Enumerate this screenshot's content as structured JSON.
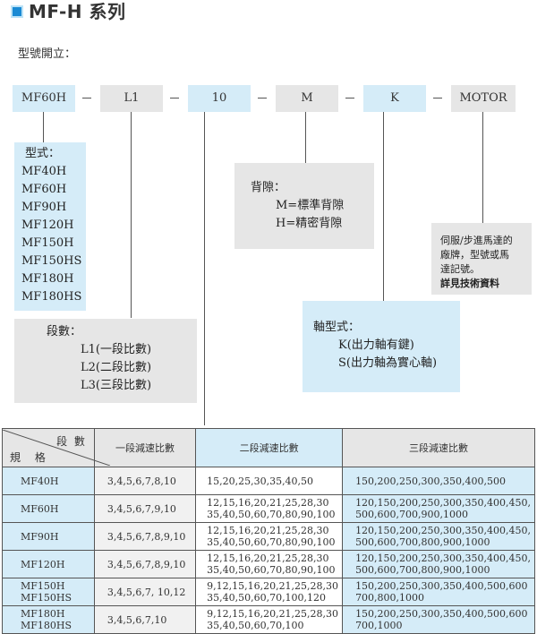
{
  "header": {
    "title": "MF-H  系列",
    "subtitle": "型號開立："
  },
  "model_code": [
    "MF60H",
    "L1",
    "10",
    "M",
    "K",
    "MOTOR"
  ],
  "type_panel": {
    "heading": "型式：",
    "items": [
      "MF40H",
      "MF60H",
      "MF90H",
      "MF120H",
      "MF150H",
      "MF150HS",
      "MF180H",
      "MF180HS"
    ]
  },
  "backlash_panel": {
    "heading": "背隙：",
    "items": [
      "M=標準背隙",
      "H=精密背隙"
    ]
  },
  "motor_panel": {
    "lines": [
      "伺服/步進馬達的",
      "廠牌，型號或馬",
      "達記號。"
    ],
    "note": "詳見技術資料"
  },
  "stage_panel": {
    "heading": "段數：",
    "items": [
      "L1(一段比數)",
      "L2(二段比數)",
      "L3(三段比數)"
    ]
  },
  "shaft_panel": {
    "heading": "軸型式：",
    "items": [
      "K(出力軸有鍵)",
      "S(出力軸為實心軸)"
    ]
  },
  "table": {
    "corner_top": "段 數",
    "corner_bottom": "規 格",
    "headers": [
      "一段減速比數",
      "二段減速比數",
      "三段減速比數"
    ],
    "rows": [
      {
        "model": [
          "MF40H"
        ],
        "one": "3,4,5,6,7,8,10",
        "two": [
          "15,20,25,30,35,40,50"
        ],
        "three": [
          "150,200,250,300,350,400,500"
        ]
      },
      {
        "model": [
          "MF60H"
        ],
        "one": "3,4,5,6,7,9,10",
        "two": [
          "12,15,16,20,21,25,28,30",
          "35,40,50,60,70,80,90,100"
        ],
        "three": [
          "120,150,200,250,300,350,400,450,",
          "500,600,700,900,1000"
        ]
      },
      {
        "model": [
          "MF90H"
        ],
        "one": "3,4,5,6,7,8,9,10",
        "two": [
          "12,15,16,20,21,25,28,30",
          "35,40,50,60,70,80,90,100"
        ],
        "three": [
          "120,150,200,250,300,350,400,450,",
          "500,600,700,800,900,1000"
        ]
      },
      {
        "model": [
          "MF120H"
        ],
        "one": "3,4,5,6,7,8,9,10",
        "two": [
          "12,15,16,20,21,25,28,30",
          "35,40,50,60,70,80,90,100"
        ],
        "three": [
          "120,150,200,250,300,350,400,450,",
          "500,600,700,800,900,1000"
        ]
      },
      {
        "model": [
          "MF150H",
          "MF150HS"
        ],
        "one": "3,4,5,6,7, 10,12",
        "two": [
          "9,12,15,16,20,21,25,28,30",
          "35,40,50,60,70,100,120"
        ],
        "three": [
          "150,200,250,300,350,400,500,600",
          "700,800,1000"
        ]
      },
      {
        "model": [
          "MF180H",
          "MF180HS"
        ],
        "one": "3,4,5,6,7,10",
        "two": [
          "9,12,15,16,20,21,25,28,30",
          "35,40,50,60,70,100"
        ],
        "three": [
          "150,200,250,300,350,400,500,600",
          "700,1000"
        ]
      }
    ]
  }
}
